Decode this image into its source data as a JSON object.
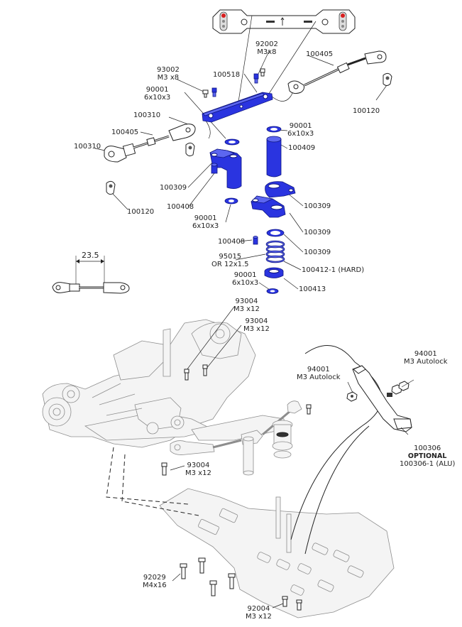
{
  "callouts": {
    "p92002": {
      "part": "92002",
      "desc": "M3x8"
    },
    "p93002": {
      "part": "93002",
      "desc": "M3 x8"
    },
    "p100518": {
      "part": "100518"
    },
    "p100405_top": {
      "part": "100405"
    },
    "p90001_a": {
      "part": "90001",
      "desc": "6x10x3"
    },
    "p100310_a": {
      "part": "100310"
    },
    "p100405_left": {
      "part": "100405"
    },
    "p100310_b": {
      "part": "100310"
    },
    "p100120_right": {
      "part": "100120"
    },
    "p90001_b": {
      "part": "90001",
      "desc": "6x10x3"
    },
    "p100409": {
      "part": "100409"
    },
    "p100309_a": {
      "part": "100309"
    },
    "p100408_a": {
      "part": "100408"
    },
    "p100120_left": {
      "part": "100120"
    },
    "p100309_b": {
      "part": "100309"
    },
    "p90001_c": {
      "part": "90001",
      "desc": "6x10x3"
    },
    "p100309_c": {
      "part": "100309"
    },
    "p100408_b": {
      "part": "100408"
    },
    "p100309_d": {
      "part": "100309"
    },
    "p95015": {
      "part": "95015",
      "desc": "OR 12x1.5"
    },
    "p100412": {
      "part": "100412-1 (HARD)"
    },
    "p90001_d": {
      "part": "90001",
      "desc": "6x10x3"
    },
    "p100413": {
      "part": "100413"
    },
    "dim": {
      "value": "23.5"
    },
    "p93004_a": {
      "part": "93004",
      "desc": "M3 x12"
    },
    "p93004_b": {
      "part": "93004",
      "desc": "M3 x12"
    },
    "p94001_a": {
      "part": "94001",
      "desc": "M3 Autolock"
    },
    "p94001_b": {
      "part": "94001",
      "desc": "M3 Autolock"
    },
    "p100306": {
      "part": "100306",
      "optional": "OPTIONAL",
      "alt": "100306-1 (ALU)"
    },
    "p93004_c": {
      "part": "93004",
      "desc": "M3 x12"
    },
    "p92029": {
      "part": "92029",
      "desc": "M4x16"
    },
    "p92004": {
      "part": "92004",
      "desc": "M3 x12"
    }
  },
  "colors": {
    "accent": "#1e2ad8",
    "line": "#222222",
    "ghost": "#9a9a9a",
    "ghost_fill": "#f2f2f2"
  }
}
